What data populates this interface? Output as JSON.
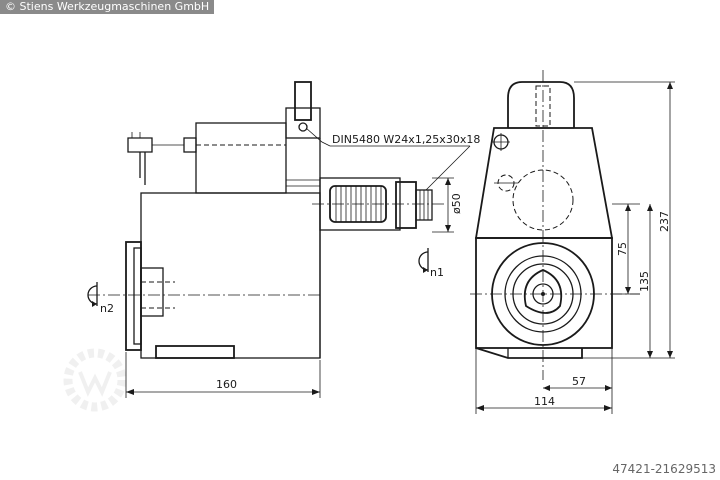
{
  "header": {
    "copyright": "© Stiens Werkzeugmaschinen GmbH"
  },
  "footer": {
    "reference_id": "47421-21629513"
  },
  "drawing": {
    "thread_spec": "DIN5480  W24x1,25x30x18",
    "diameter_label": "ø50",
    "rotation_labels": [
      "n1",
      "n2"
    ],
    "dimensions": {
      "side_width": "160",
      "front_width": "114",
      "front_offset": "57",
      "height_total": "237",
      "height_mid": "135",
      "height_small": "75"
    }
  }
}
